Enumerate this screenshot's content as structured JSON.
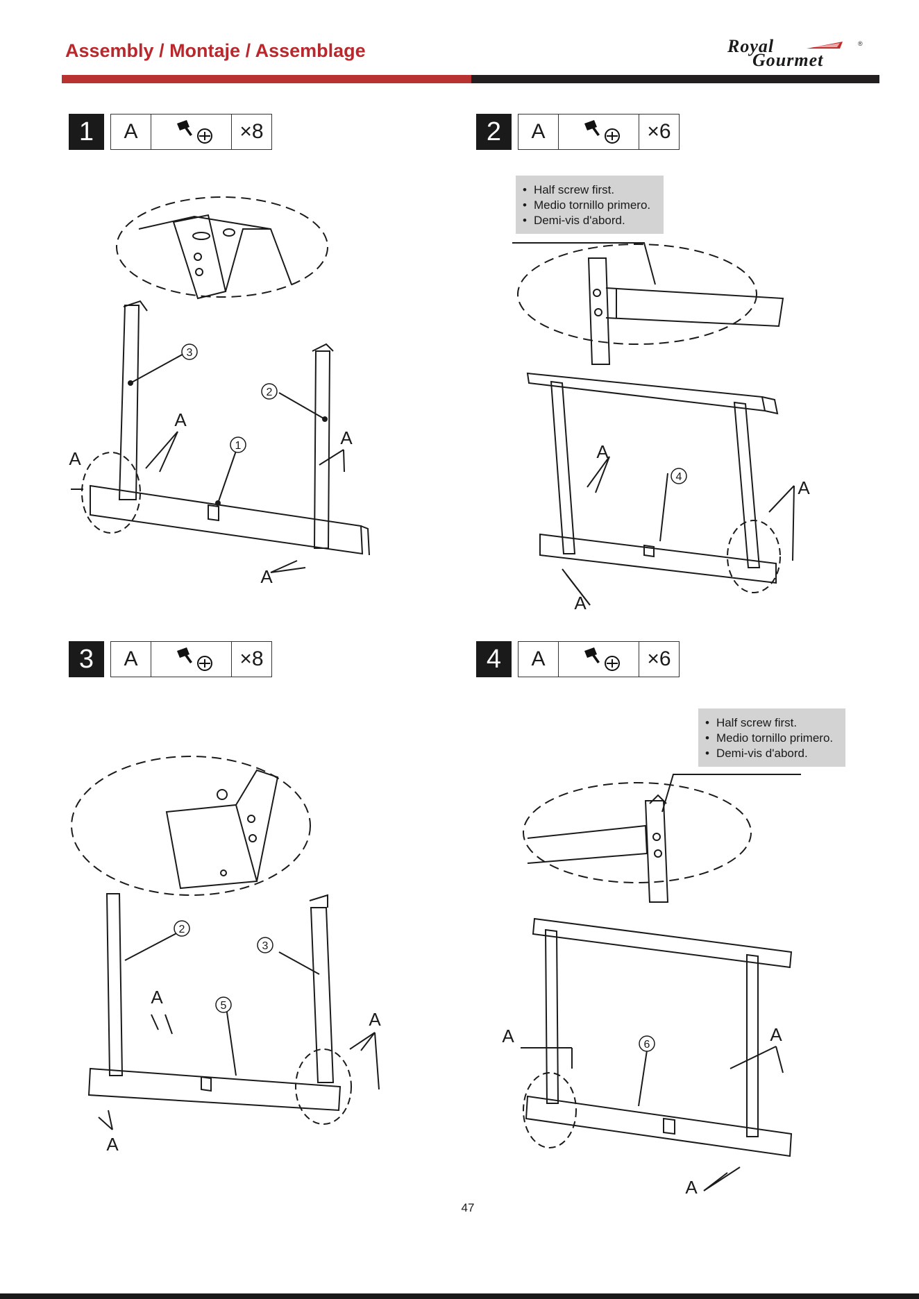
{
  "header": {
    "title": "Assembly / Montaje / Assemblage",
    "brand_line1": "Royal",
    "brand_line2": "Gourmet",
    "brand_mark": "®"
  },
  "steps": [
    {
      "number": "1",
      "part": "A",
      "icon": "screw-icon",
      "qty": "×8"
    },
    {
      "number": "2",
      "part": "A",
      "icon": "screw-icon",
      "qty": "×6"
    },
    {
      "number": "3",
      "part": "A",
      "icon": "screw-icon",
      "qty": "×8"
    },
    {
      "number": "4",
      "part": "A",
      "icon": "screw-icon",
      "qty": "×6"
    }
  ],
  "notes": {
    "step2": [
      "Half screw first.",
      "Medio tornillo primero.",
      "Demi-vis d'abord."
    ],
    "step4": [
      "Half screw first.",
      "Medio tornillo primero.",
      "Demi-vis d'abord."
    ]
  },
  "callouts": {
    "part_label": "A",
    "step1": [
      "3",
      "2",
      "1"
    ],
    "step2": [
      "4"
    ],
    "step3": [
      "2",
      "3",
      "5"
    ],
    "step4": [
      "6"
    ]
  },
  "footer": {
    "page_number": "47"
  },
  "colors": {
    "accent_red": "#b8282c",
    "rule_dark": "#231f20",
    "note_bg": "#d3d3d3"
  }
}
